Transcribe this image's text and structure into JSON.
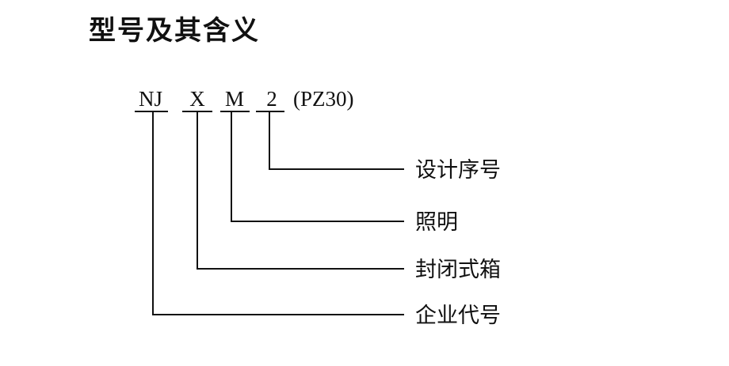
{
  "title": "型号及其含义",
  "model_code": {
    "segments": [
      "NJ",
      "X",
      "M",
      "2"
    ],
    "suffix": "(PZ30)"
  },
  "meanings": [
    {
      "code": "2",
      "label": "设计序号"
    },
    {
      "code": "M",
      "label": "照明"
    },
    {
      "code": "X",
      "label": "封闭式箱"
    },
    {
      "code": "NJ",
      "label": "企业代号"
    }
  ]
}
